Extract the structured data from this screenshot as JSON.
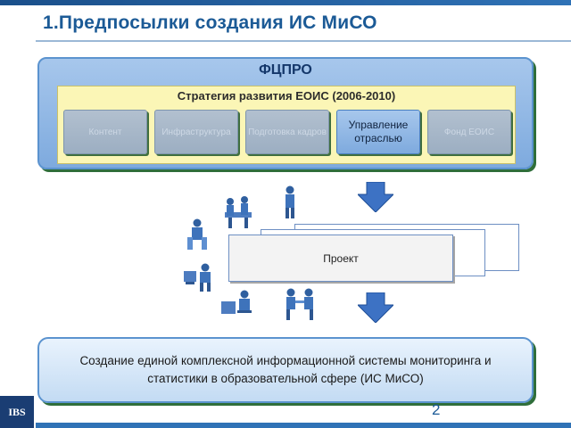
{
  "slide": {
    "title": "1.Предпосылки создания ИС МиСО",
    "page_number": "2",
    "logo_text": "IBS"
  },
  "fcpro": {
    "title": "ФЦПРО",
    "strategy_title": "Стратегия развития ЕОИС (2006-2010)",
    "boxes": [
      {
        "label": "Контент",
        "active": false
      },
      {
        "label": "Инфраструктура",
        "active": false
      },
      {
        "label": "Подготовка кадров",
        "active": false
      },
      {
        "label": "Управление отраслью",
        "active": true
      },
      {
        "label": "Фонд ЕОИС",
        "active": false
      }
    ]
  },
  "project": {
    "label": "Проект"
  },
  "result": {
    "text": "Создание единой комплексной информационной системы мониторинга и статистики в образовательной сфере (ИС МиСО)"
  },
  "colors": {
    "accent": "#1b5a96",
    "panel_blue": "#7eaade",
    "strategy_yellow": "#fbf6b6",
    "shadow_green": "#2f6e3a"
  }
}
